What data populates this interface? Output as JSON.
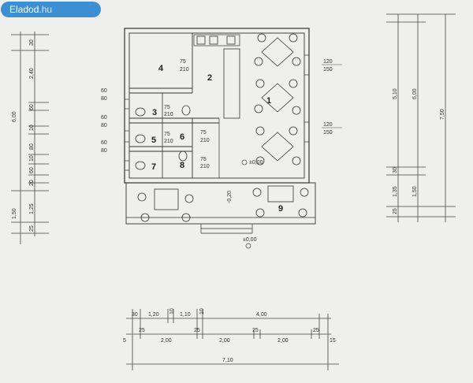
{
  "watermark": {
    "brand": "Eladod",
    "tld": ".hu",
    "color": "#3d8fd4"
  },
  "rooms": [
    "1",
    "2",
    "3",
    "4",
    "5",
    "6",
    "7",
    "8",
    "9"
  ],
  "left_dims": [
    "30",
    "2,40",
    "6,00",
    "60",
    "10",
    "80",
    "10",
    "60",
    "20",
    "1,50",
    "1,25",
    "25"
  ],
  "right_dims": [
    "5,10",
    "6,00",
    "7,50",
    "30",
    "1,35",
    "1,50",
    "25"
  ],
  "bottom_dims_top": [
    "30",
    "1,20",
    "10",
    "1,10",
    "10",
    "4,00"
  ],
  "bottom_dims_mid": [
    "5",
    "25",
    "2,00",
    "25",
    "2,00",
    "25",
    "2,00",
    "25",
    "15"
  ],
  "bottom_total": "7,10",
  "window_labels": [
    "60",
    "80",
    "60",
    "80",
    "60",
    "80"
  ],
  "fixture_labels": [
    "75",
    "210",
    "75",
    "210",
    "75",
    "210",
    "75",
    "210",
    "75",
    "210"
  ],
  "table_labels": [
    "120",
    "150",
    "120",
    "150"
  ],
  "level_labels": [
    "±0,00",
    "±0,00",
    "-0,20"
  ]
}
